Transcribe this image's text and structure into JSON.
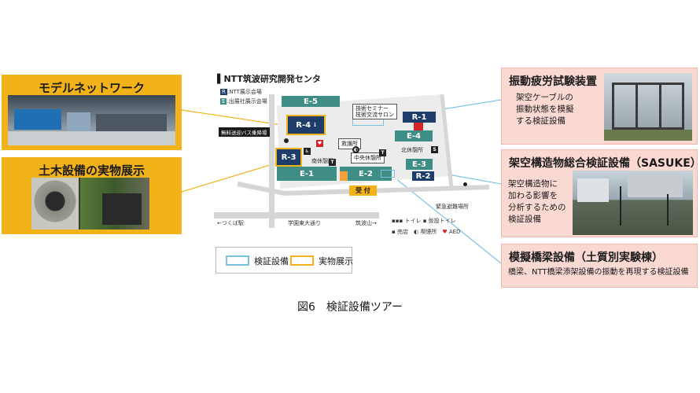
{
  "left_panels": {
    "network": "モデルネットワーク",
    "civil": "土木設備の実物展示"
  },
  "right_panels": {
    "vibration": {
      "title": "振動疲労試験装置",
      "desc": [
        "架空ケーブルの",
        "振動状態を模擬",
        "する検証設備"
      ]
    },
    "sasuke": {
      "title": "架空構造物総合検証設備（SASUKE）",
      "desc": [
        "架空構造物に",
        "加わる影響を",
        "分析するための",
        "検証設備"
      ]
    },
    "bridge": {
      "title": "模擬橋梁設備（土質別実験棟）",
      "desc": "橋梁、NTT橋梁添架設備の振動を再現する検証設備"
    }
  },
  "map": {
    "title": "NTT筑波研究開発センタ",
    "legend_r_key": "R",
    "legend_r": ":NTT展示会場",
    "legend_e_key": "E",
    "legend_e": ":出展社展示会場",
    "bus": "無料送迎バス乗降場",
    "seminar": [
      "技術セミナー",
      "技術交流サロン"
    ],
    "rest_s": "救護所",
    "rest_south": "南休憩所",
    "rest_center": "中央休憩所",
    "rest_north": "北休憩所",
    "reception": "受 付",
    "evac": "緊急避難場所",
    "road_left": "←つくば駅",
    "road_mid": "学園東大通り",
    "road_right": "筑波山→",
    "leg_toilet": "トイレ",
    "leg_temp_toilet": "仮設トイレ",
    "leg_shop": "売店",
    "leg_smoke": "喫煙所",
    "leg_aed": "AED",
    "buildings": {
      "e5": "E-5",
      "r4": "R-4",
      "r1": "R-1",
      "e4": "E-4",
      "r3": "R-3",
      "e1": "E-1",
      "e2": "E-2",
      "e3": "E-3",
      "r2": "R-2"
    }
  },
  "legend": {
    "verify": "検証設備",
    "real": "実物展示"
  },
  "caption": "図6　検証設備ツアー",
  "colors": {
    "accent_orange": "#f2b21a",
    "verify_blue": "#7ac3e0",
    "panel_pink": "#fbd9d3",
    "teal": "#3f8e86",
    "navy": "#1e3d6b"
  }
}
